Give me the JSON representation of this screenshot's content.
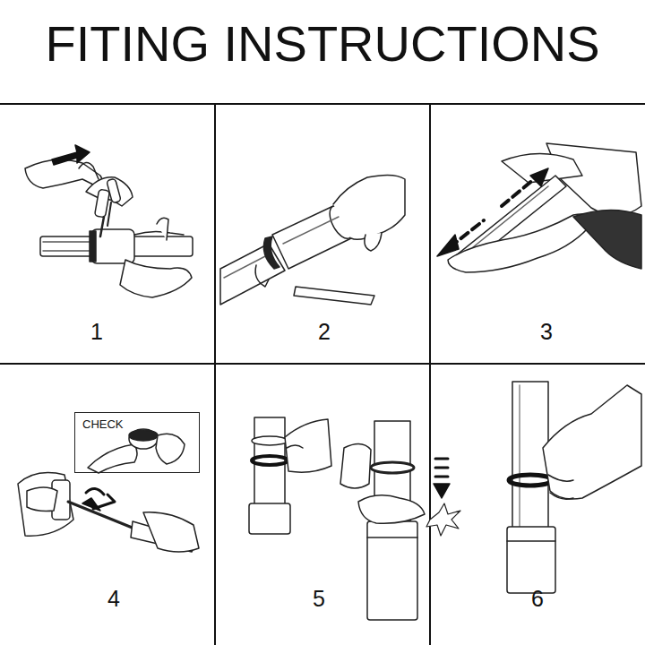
{
  "diagram": {
    "title": "FITING INSTRUCTIONS",
    "nodes": [
      {
        "text": [
          "1"
        ]
      },
      {
        "text": [
          "2"
        ]
      },
      {
        "text": [
          "3"
        ]
      },
      {
        "text": [
          "4"
        ]
      },
      {
        "text": [
          "CHECK"
        ],
        "in": 3
      },
      {
        "text": [
          "5"
        ]
      },
      {
        "text": [
          "6"
        ]
      }
    ]
  }
}
